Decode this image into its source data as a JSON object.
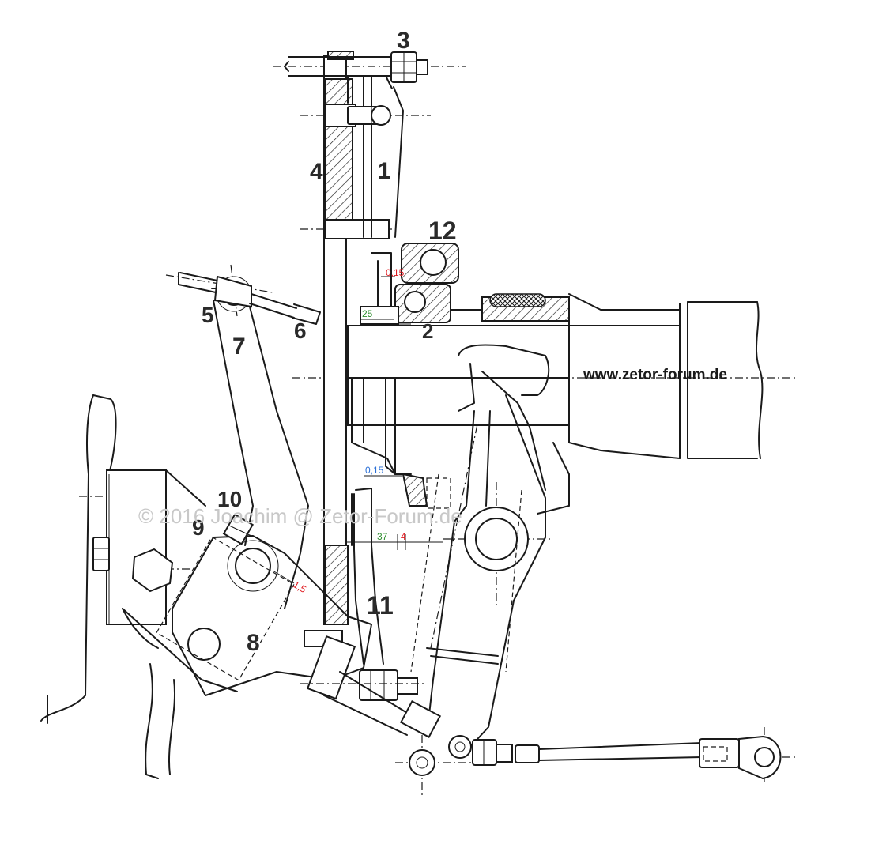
{
  "part_labels": {
    "p1": "1",
    "p2": "2",
    "p3": "3",
    "p4": "4",
    "p5": "5",
    "p6": "6",
    "p7": "7",
    "p8": "8",
    "p9": "9",
    "p10": "10",
    "p11": "11",
    "p12": "12"
  },
  "dimensions": {
    "gap_top": "0,15",
    "length_top": "25",
    "gap_mid": "0,15",
    "length_mid": "37",
    "offset_mid": "4",
    "clearance": "1,5"
  },
  "dimension_colors": {
    "red": "#e0191f",
    "green": "#2f8f2f",
    "blue": "#2a6fd6"
  },
  "website": "www.zetor-forum.de",
  "watermark": "© 2016 Joachim @ Zetor-Forum.de"
}
